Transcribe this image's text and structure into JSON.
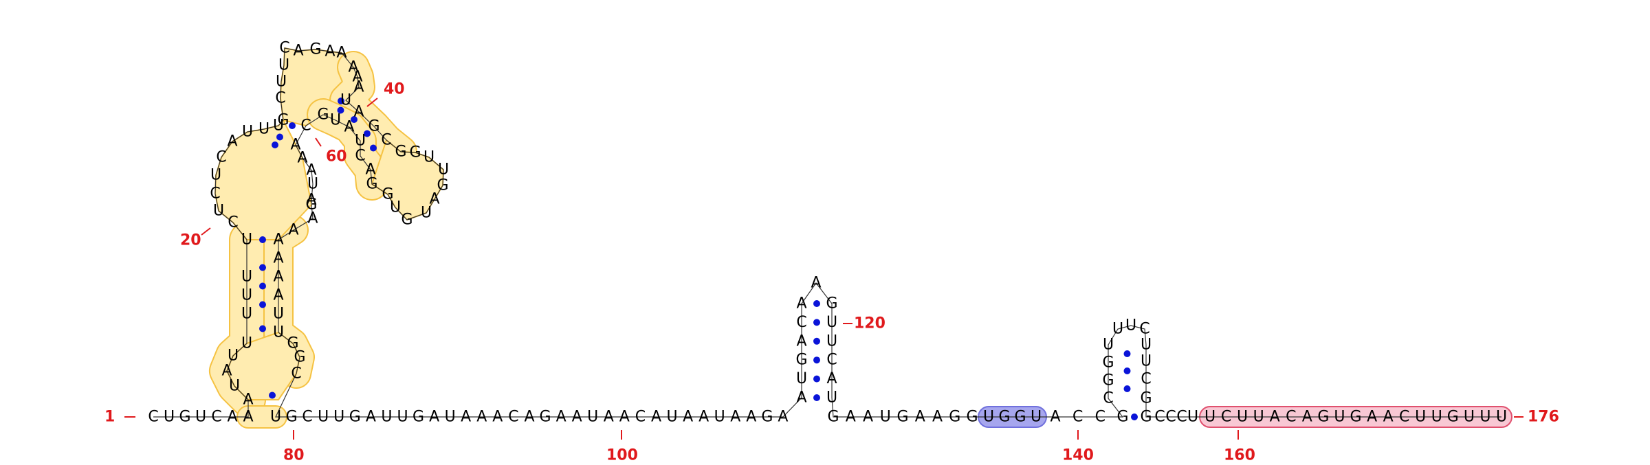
{
  "diagram": {
    "colors": {
      "nucleotide": "#000000",
      "base_pair": "#0a14d8",
      "position_label": "#e0191c",
      "structure_highlight_fill": "#ffecb0",
      "structure_highlight_stroke": "#f5c242",
      "region_blue_fill": "#a6a6ee",
      "region_blue_stroke": "#7070dd",
      "region_pink_fill": "#f8c8d4",
      "region_pink_stroke": "#e0506e"
    },
    "position_labels": [
      "1",
      "20",
      "40",
      "60",
      "80",
      "100",
      "120",
      "140",
      "160",
      "176"
    ],
    "strands": {
      "s5_tail": "CUGUCAA",
      "stem_5p": "AUAUUUUUU",
      "loop_left": "CUCUCA",
      "left_top": "UUUGCUUC",
      "top_loop": "AGAA",
      "right_arm_5p": "AAAUAGC",
      "right_loop": "GGUUGAUGUG",
      "right_arm_3p": "GACUAUG",
      "center": "CAAAUAGA",
      "stem_3p": "AAAAAUUGGC",
      "main_a": "UGCUUGAUUGAUAAACAGAAUAACAUAAUAAGA",
      "hp1_left": "AUGACA",
      "hp1_apex": "A",
      "hp1_right": "GUUCAU",
      "main_b": "GAAUGAAGG",
      "region_blue": "UGGU",
      "main_c": "ACCG",
      "hp2_left": "CGGU",
      "hp2_loop": "UUC",
      "hp2_right": "UUCGG",
      "main_d": "CCCU",
      "region_pink": "UCUUACAGUGAACUUGUUU"
    }
  }
}
